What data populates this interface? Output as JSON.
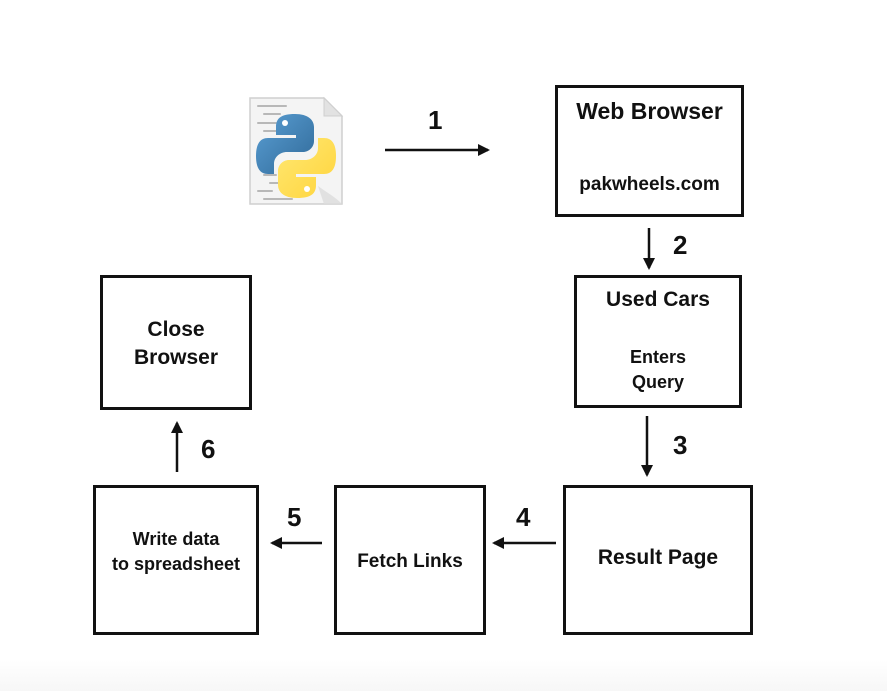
{
  "steps": {
    "s1": "1",
    "s2": "2",
    "s3": "3",
    "s4": "4",
    "s5": "5",
    "s6": "6"
  },
  "boxes": {
    "web_browser": {
      "title": "Web Browser",
      "subtitle": "pakwheels.com"
    },
    "used_cars": {
      "title": "Used Cars",
      "line1": "Enters",
      "line2": "Query"
    },
    "result_page": {
      "title": "Result Page"
    },
    "fetch_links": {
      "title": "Fetch Links"
    },
    "write_data": {
      "line1": "Write data",
      "line2": "to spreadsheet"
    },
    "close_browser": {
      "line1": "Close",
      "line2": "Browser"
    }
  },
  "icons": {
    "script": "python-script-icon"
  },
  "colors": {
    "line": "#111111",
    "python_blue": "#3b77a8",
    "python_yellow": "#ffd43b"
  }
}
